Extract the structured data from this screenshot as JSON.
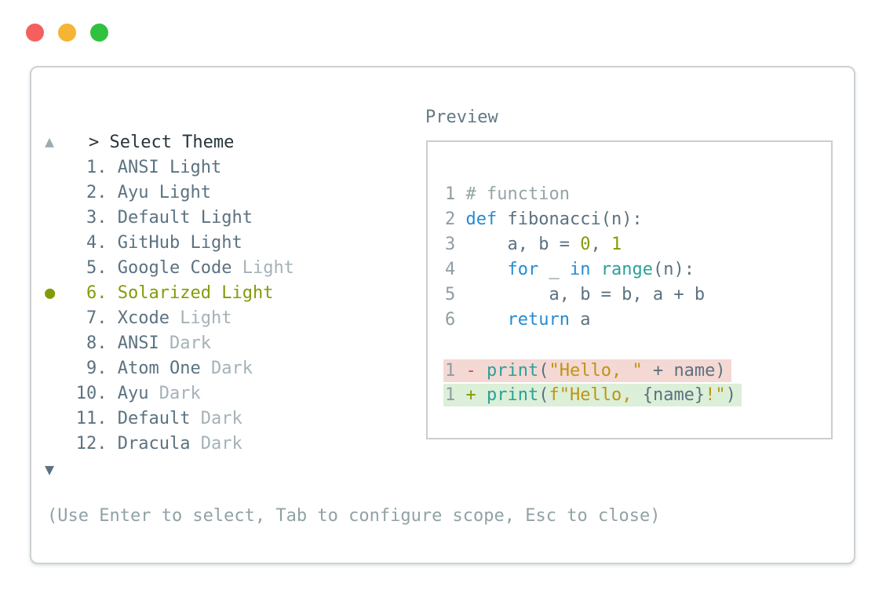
{
  "window": {
    "traffic_lights": [
      {
        "name": "close",
        "color": "#f4605d"
      },
      {
        "name": "minimize",
        "color": "#f5b433"
      },
      {
        "name": "zoom",
        "color": "#30c13e"
      }
    ]
  },
  "prompt": {
    "caret": ">",
    "title": "Select Theme"
  },
  "preview": {
    "label": "Preview"
  },
  "list": {
    "up_arrow": "▲",
    "down_arrow": "▼",
    "bullet": "●",
    "items": [
      {
        "number": "1.",
        "name": "ANSI",
        "variant": "Light",
        "dim_variant": false,
        "selected": false
      },
      {
        "number": "2.",
        "name": "Ayu",
        "variant": "Light",
        "dim_variant": false,
        "selected": false
      },
      {
        "number": "3.",
        "name": "Default",
        "variant": "Light",
        "dim_variant": false,
        "selected": false
      },
      {
        "number": "4.",
        "name": "GitHub",
        "variant": "Light",
        "dim_variant": false,
        "selected": false
      },
      {
        "number": "5.",
        "name": "Google Code",
        "variant": "Light",
        "dim_variant": true,
        "selected": false
      },
      {
        "number": "6.",
        "name": "Solarized",
        "variant": "Light",
        "dim_variant": false,
        "selected": true
      },
      {
        "number": "7.",
        "name": "Xcode",
        "variant": "Light",
        "dim_variant": true,
        "selected": false
      },
      {
        "number": "8.",
        "name": "ANSI",
        "variant": "Dark",
        "dim_variant": true,
        "selected": false
      },
      {
        "number": "9.",
        "name": "Atom One",
        "variant": "Dark",
        "dim_variant": true,
        "selected": false
      },
      {
        "number": "10.",
        "name": "Ayu",
        "variant": "Dark",
        "dim_variant": true,
        "selected": false
      },
      {
        "number": "11.",
        "name": "Default",
        "variant": "Dark",
        "dim_variant": true,
        "selected": false
      },
      {
        "number": "12.",
        "name": "Dracula",
        "variant": "Dark",
        "dim_variant": true,
        "selected": false
      }
    ]
  },
  "code": {
    "lines": [
      {
        "num": "1",
        "diff": null,
        "tokens": [
          [
            "# function",
            "comment"
          ]
        ]
      },
      {
        "num": "2",
        "diff": null,
        "tokens": [
          [
            "def",
            "kw"
          ],
          [
            " fibonacci(n):",
            "base"
          ]
        ]
      },
      {
        "num": "3",
        "diff": null,
        "tokens": [
          [
            "    a, b = ",
            "base"
          ],
          [
            "0",
            "num"
          ],
          [
            ", ",
            "base"
          ],
          [
            "1",
            "num"
          ]
        ]
      },
      {
        "num": "4",
        "diff": null,
        "tokens": [
          [
            "    ",
            "base"
          ],
          [
            "for",
            "kw"
          ],
          [
            " _ ",
            "base"
          ],
          [
            "in",
            "kw"
          ],
          [
            " ",
            "base"
          ],
          [
            "range",
            "fn"
          ],
          [
            "(n):",
            "base"
          ]
        ]
      },
      {
        "num": "5",
        "diff": null,
        "tokens": [
          [
            "        a, b = b, a + b",
            "base"
          ]
        ]
      },
      {
        "num": "6",
        "diff": null,
        "tokens": [
          [
            "    ",
            "base"
          ],
          [
            "return",
            "kw"
          ],
          [
            " a",
            "base"
          ]
        ]
      },
      {
        "num": "",
        "diff": null,
        "blank": true,
        "tokens": []
      },
      {
        "num": "1",
        "diff": "removed",
        "tokens": [
          [
            "-",
            "minus"
          ],
          [
            " ",
            "base"
          ],
          [
            "print",
            "fn"
          ],
          [
            "(",
            "base"
          ],
          [
            "\"Hello, \"",
            "str"
          ],
          [
            " + name)",
            "base"
          ]
        ]
      },
      {
        "num": "1",
        "diff": "added",
        "tokens": [
          [
            "+",
            "plus"
          ],
          [
            " ",
            "base"
          ],
          [
            "print",
            "fn"
          ],
          [
            "(",
            "base"
          ],
          [
            "f\"Hello, ",
            "str"
          ],
          [
            "{name}",
            "base"
          ],
          [
            "!\"",
            "str"
          ],
          [
            ")",
            "base"
          ]
        ]
      }
    ]
  },
  "footer": {
    "help": "(Use Enter to select, Tab to configure scope, Esc to close)"
  },
  "palette": {
    "selected_accent": "#849b07",
    "list_text": "#5b7280",
    "list_dim_text": "#a4b2b7",
    "title_text": "#26343c",
    "help_text": "#91a2a4",
    "syntax_keyword": "#268bd2",
    "syntax_function": "#2aa198",
    "syntax_number": "#859900",
    "syntax_string": "#bf9412",
    "syntax_comment": "#95a4a7",
    "diff_removed_bg": "#f4d8d4",
    "diff_added_bg": "#dcefd8",
    "diff_minus": "#dc4b42",
    "diff_plus": "#859900",
    "panel_border": "#ccd1d4"
  }
}
